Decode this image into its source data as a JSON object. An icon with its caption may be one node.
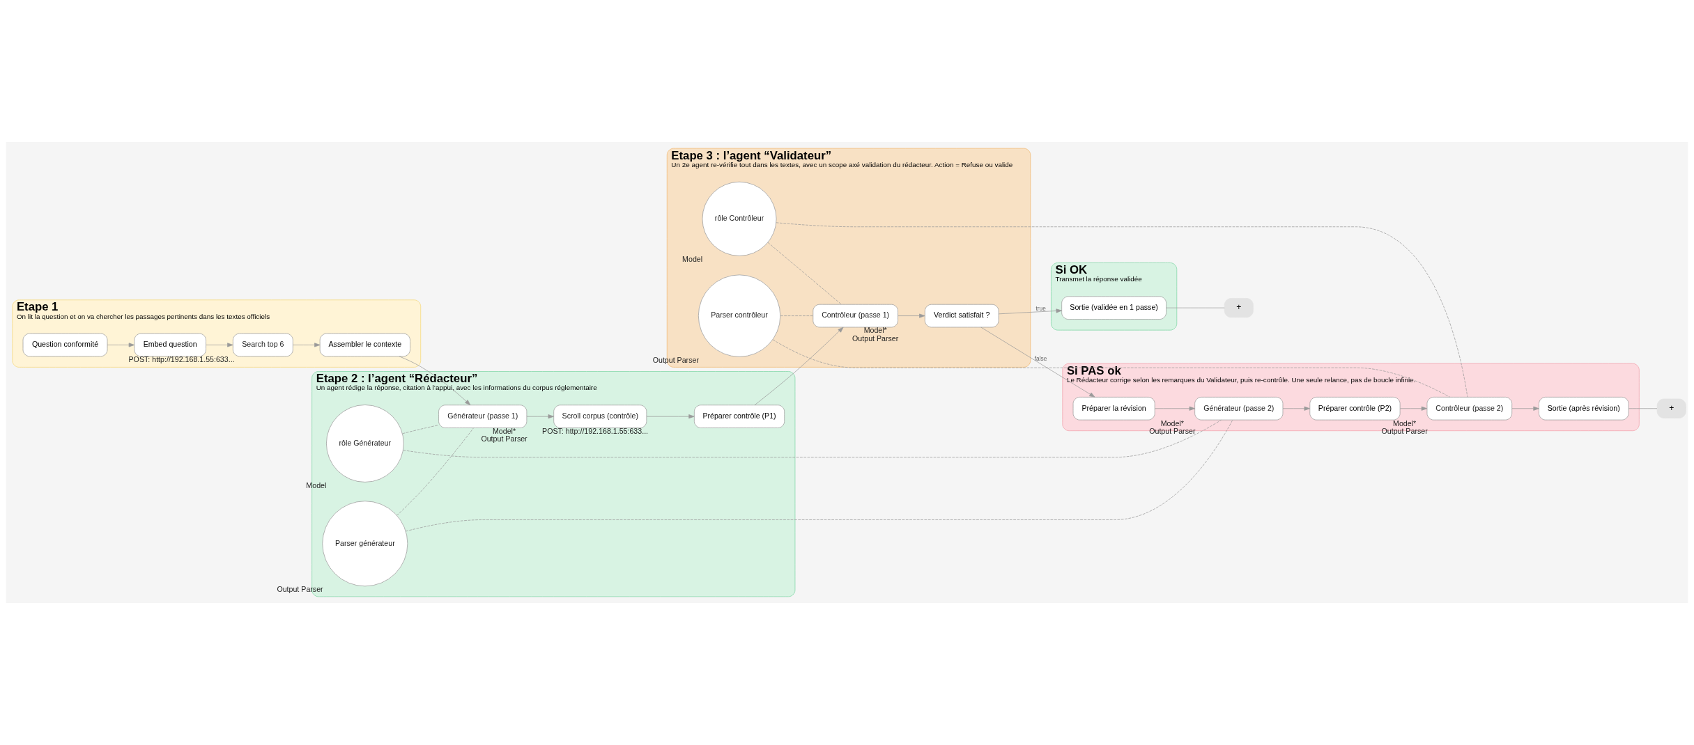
{
  "diagram": {
    "nodes": [
      {
        "text": [
          "Etape 1",
          "On lit la question et on va chercher les passages pertinents dans les textes officiels"
        ]
      },
      {
        "text": [
          "Question conformité"
        ],
        "in": 0
      },
      {
        "text": [
          "Embed question"
        ],
        "in": 0
      },
      {
        "text": [
          "Search top 6"
        ],
        "beside": [
          "POST: http://192.168.1.55:633..."
        ],
        "in": 0
      },
      {
        "text": [
          "Assembler le contexte"
        ],
        "in": 0
      },
      {
        "text": [
          "Si OK",
          "Transmet la réponse validée"
        ]
      },
      {
        "text": [
          "Sortie (validée en 1 passe)"
        ],
        "in": 5
      },
      {
        "text": [
          "+"
        ]
      },
      {
        "text": [
          "Etape 2 : l’agent “Rédacteur”",
          "Un agent rédige la réponse, citation à l’appui, avec les informations du corpus réglementaire"
        ]
      },
      {
        "text": [
          "Générateur (passe 1)"
        ],
        "beside": [
          "Model*",
          "Output Parser"
        ],
        "in": 8
      },
      {
        "text": [
          "Scroll corpus (contrôle)"
        ],
        "beside": [
          "POST: http://192.168.1.55:633..."
        ],
        "in": 8
      },
      {
        "text": [
          "Préparer contrôle (P1)"
        ],
        "in": 8
      },
      {
        "text": [
          "rôle Générateur"
        ],
        "beside": [
          "Model"
        ],
        "in": 8
      },
      {
        "text": [
          "Parser générateur"
        ],
        "beside": [
          "Output Parser"
        ],
        "in": 8
      },
      {
        "text": [
          "Etape 3 : l’agent “Validateur”",
          "Un 2e agent re-vérifie tout dans les textes, avec un scope axé validation du rédacteur. Action = Refuse ou valide"
        ]
      },
      {
        "text": [
          "Contrôleur (passe 1)"
        ],
        "beside": [
          "Model*",
          "Output Parser"
        ],
        "in": 14
      },
      {
        "text": [
          "Verdict satisfait ?"
        ],
        "in": 14
      },
      {
        "text": [
          "rôle Contrôleur"
        ],
        "beside": [
          "Model"
        ],
        "in": 14
      },
      {
        "text": [
          "Parser contrôleur"
        ],
        "beside": [
          "Output Parser"
        ],
        "in": 14
      },
      {
        "text": [
          "Si PAS ok",
          "Le Rédacteur corrige selon les remarques du Validateur, puis re-contrôle. Une seule relance, pas de boucle infinie."
        ]
      },
      {
        "text": [
          "Préparer la révision"
        ],
        "in": 19
      },
      {
        "text": [
          "Générateur (passe 2)"
        ],
        "beside": [
          "Model*",
          "Output Parser"
        ],
        "in": 19
      },
      {
        "text": [
          "Préparer contrôle (P2)"
        ],
        "in": 19
      },
      {
        "text": [
          "Contrôleur (passe 2)"
        ],
        "beside": [
          "Model*",
          "Output Parser"
        ],
        "in": 19
      },
      {
        "text": [
          "Sortie (après révision)"
        ],
        "in": 19
      },
      {
        "text": [
          "+"
        ]
      }
    ],
    "edges": [
      {
        "from": 1,
        "to": 2,
        "arrow": "to"
      },
      {
        "from": 2,
        "to": 3,
        "arrow": "to"
      },
      {
        "from": 3,
        "to": 4,
        "arrow": "to"
      },
      {
        "from": 4,
        "to": 9,
        "arrow": "to"
      },
      {
        "from": 9,
        "to": 10,
        "arrow": "to"
      },
      {
        "from": 10,
        "to": 11,
        "arrow": "to"
      },
      {
        "from": 11,
        "to": 15,
        "arrow": "to"
      },
      {
        "from": 15,
        "to": 16,
        "arrow": "to"
      },
      {
        "from": 16,
        "to": 6,
        "arrow": "to",
        "label": "true"
      },
      {
        "from": 16,
        "to": 20,
        "arrow": "to",
        "label": "false"
      },
      {
        "from": 6,
        "to": 7,
        "arrow": "none"
      },
      {
        "from": 20,
        "to": 21,
        "arrow": "to"
      },
      {
        "from": 21,
        "to": 22,
        "arrow": "to"
      },
      {
        "from": 22,
        "to": 23,
        "arrow": "to"
      },
      {
        "from": 23,
        "to": 24,
        "arrow": "to"
      },
      {
        "from": 24,
        "to": 25,
        "arrow": "none"
      },
      {
        "from": 12,
        "to": 9,
        "arrow": "none",
        "style": "dashed"
      },
      {
        "from": 12,
        "to": 21,
        "arrow": "none",
        "style": "dashed"
      },
      {
        "from": 13,
        "to": 9,
        "arrow": "none",
        "style": "dashed"
      },
      {
        "from": 13,
        "to": 21,
        "arrow": "none",
        "style": "dashed"
      },
      {
        "from": 17,
        "to": 15,
        "arrow": "none",
        "style": "dashed"
      },
      {
        "from": 17,
        "to": 23,
        "arrow": "none",
        "style": "dashed"
      },
      {
        "from": 18,
        "to": 15,
        "arrow": "none",
        "style": "dashed"
      },
      {
        "from": 18,
        "to": 23,
        "arrow": "none",
        "style": "dashed"
      }
    ]
  }
}
